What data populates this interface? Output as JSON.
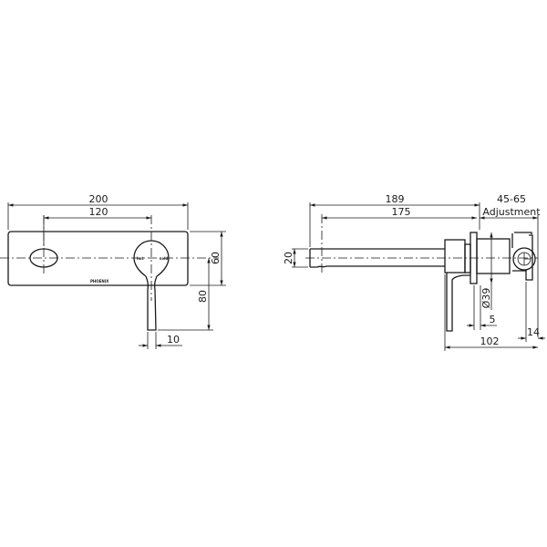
{
  "diagram": {
    "type": "technical drawing",
    "subject": "Wall mixer with spout (front and side elevations)",
    "units": "mm",
    "front_view": {
      "dimensions": {
        "overall_width": "200",
        "center_distance": "120",
        "plate_height": "60",
        "lever_drop": "80",
        "lever_width": "10"
      },
      "labels": {
        "hot": "hot",
        "cold": "cold",
        "brand": "PHOENIX"
      }
    },
    "side_view": {
      "dimensions": {
        "overall_projection": "189",
        "spout_length": "175",
        "spout_height": "20",
        "adjustment": "45-65",
        "adjustment_label": "Adjustment",
        "flange_diameter": "Ø39",
        "flange_thickness": "5",
        "body_depth": "102",
        "rear_offset": "14"
      }
    }
  }
}
